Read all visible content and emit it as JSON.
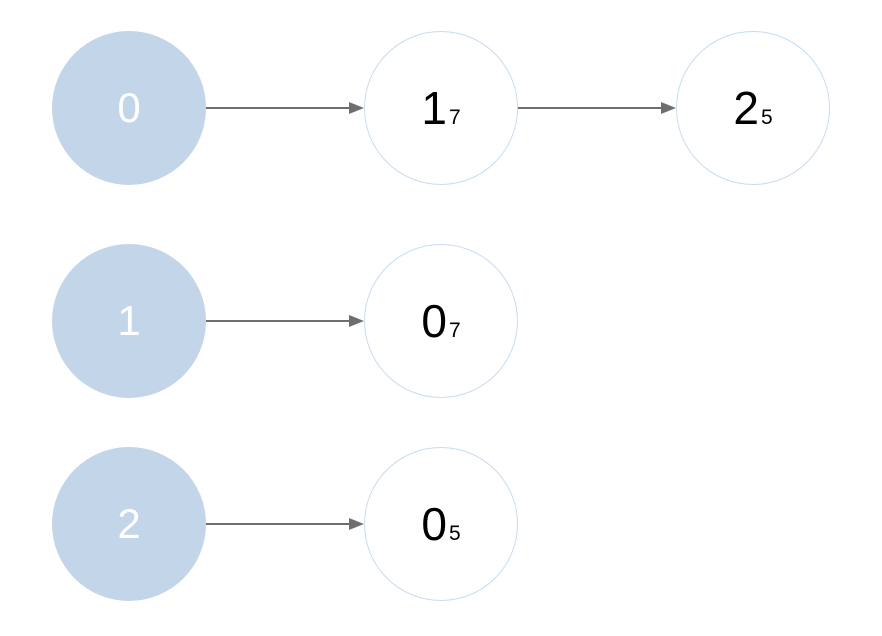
{
  "diagram": {
    "type": "adjacency-list-graph",
    "colors": {
      "head_fill": "#C3D5E9",
      "head_text": "#FFFFFF",
      "node_border": "#C8DCF0",
      "node_fill": "#FFFFFF",
      "node_text": "#000000",
      "arrow": "#6E6E6E",
      "background": "#FFFFFF"
    },
    "rows": [
      {
        "head": "0",
        "edges": [
          {
            "node": "1",
            "weight": "7"
          },
          {
            "node": "2",
            "weight": "5"
          }
        ]
      },
      {
        "head": "1",
        "edges": [
          {
            "node": "0",
            "weight": "7"
          }
        ]
      },
      {
        "head": "2",
        "edges": [
          {
            "node": "0",
            "weight": "5"
          }
        ]
      }
    ]
  }
}
